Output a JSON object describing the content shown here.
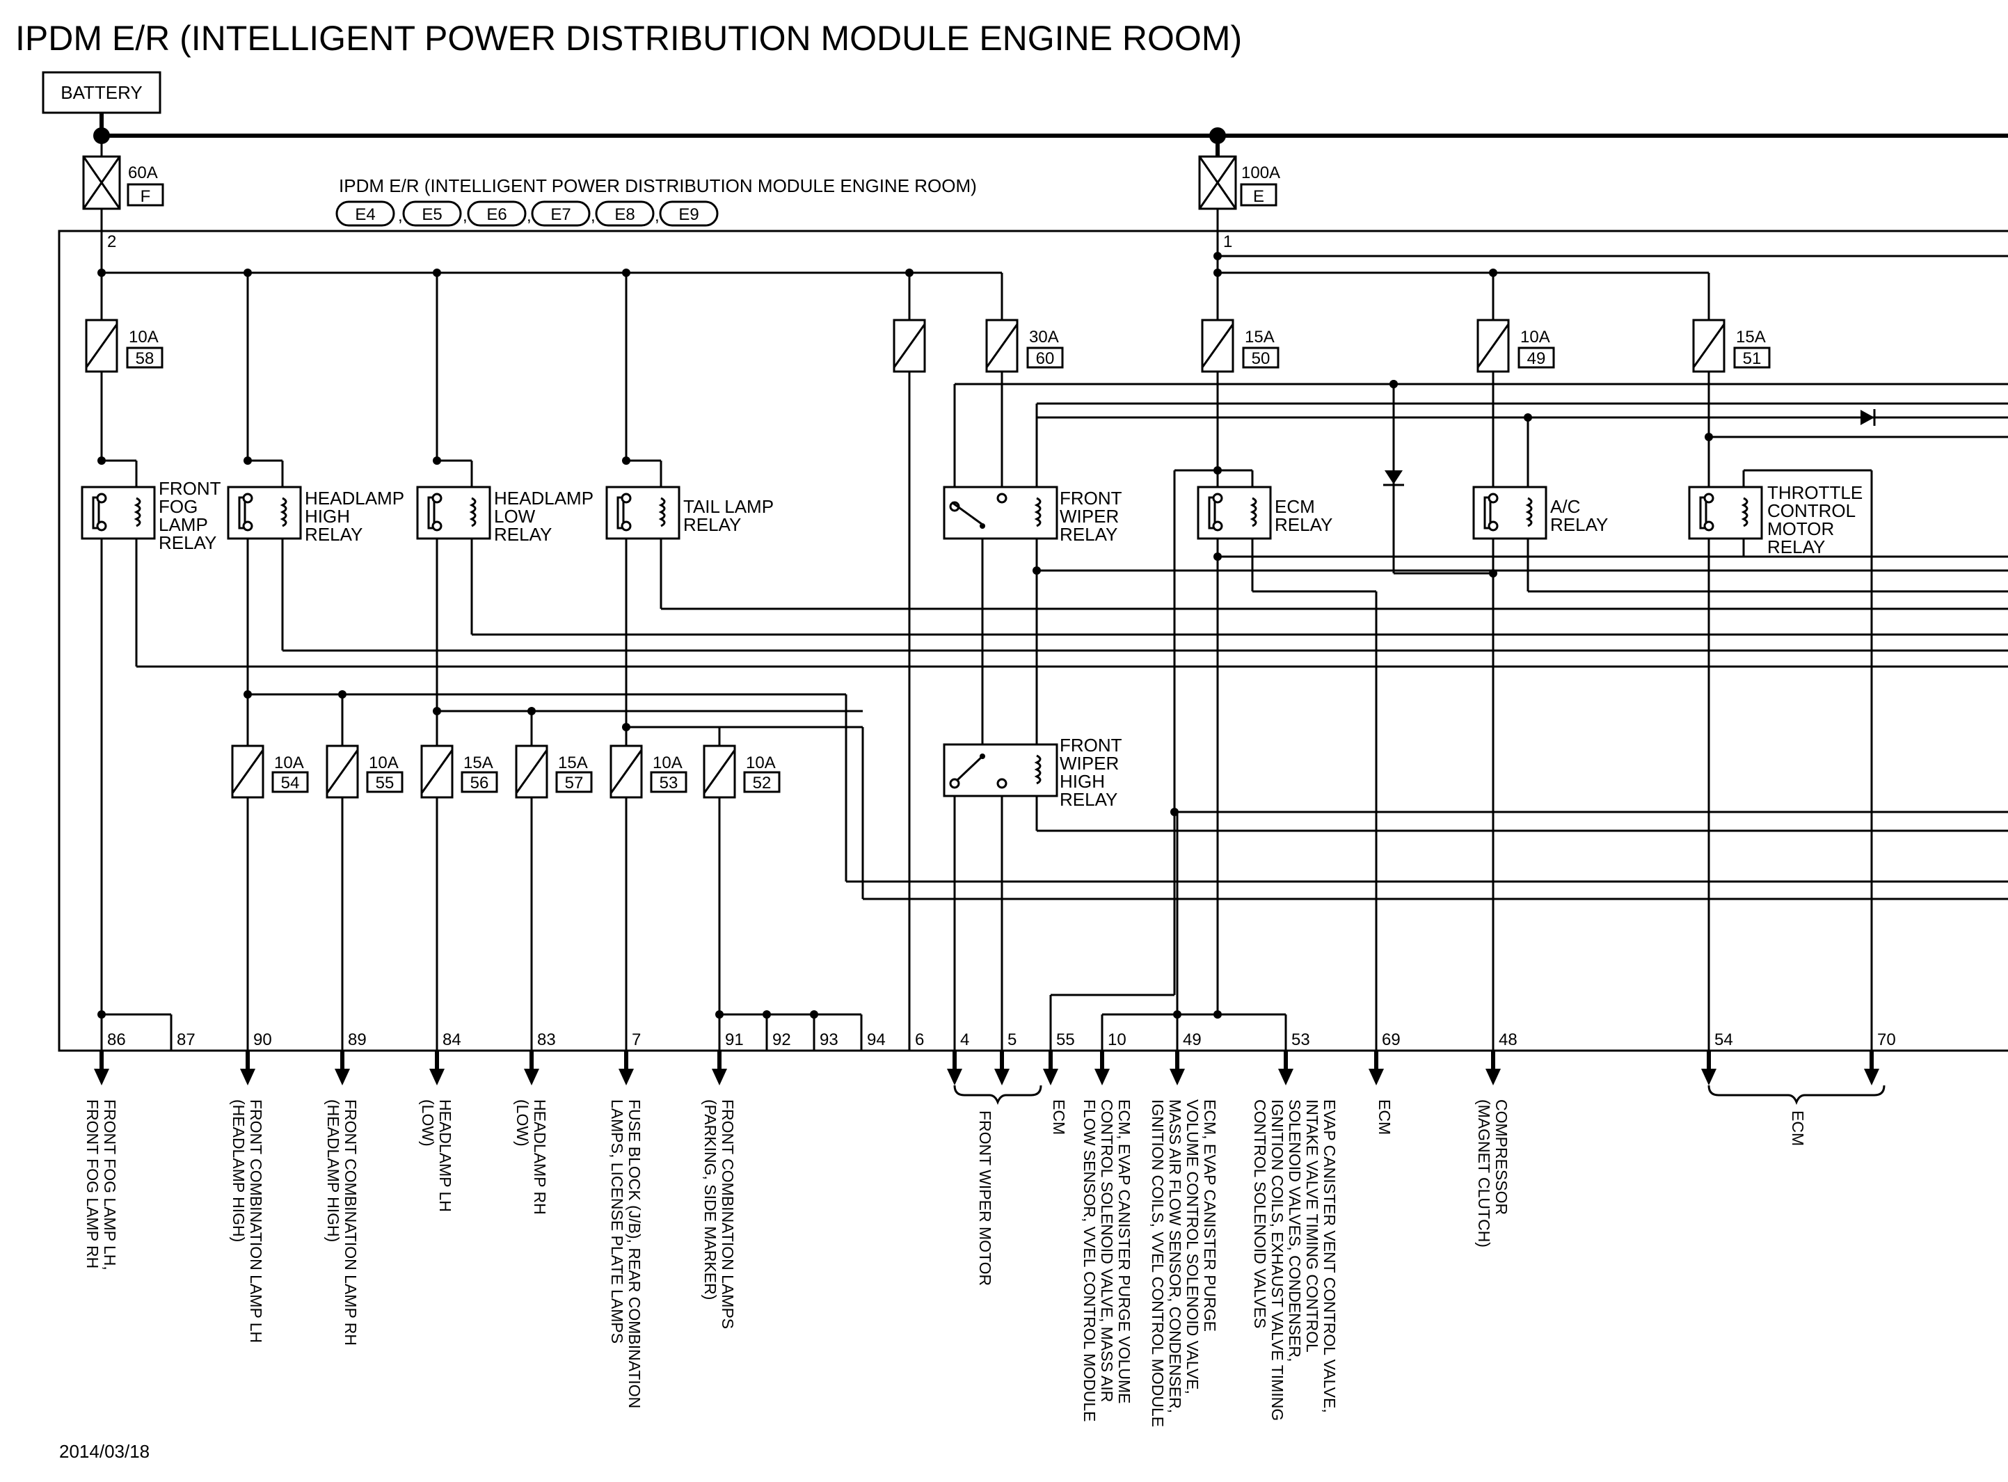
{
  "title": "IPDM E/R (INTELLIGENT POWER DISTRIBUTION MODULE ENGINE ROOM)",
  "battery": "BATTERY",
  "module_label": "IPDM E/R (INTELLIGENT POWER DISTRIBUTION MODULE ENGINE ROOM)",
  "connectors": [
    "E4",
    "E5",
    "E6",
    "E7",
    "E8",
    "E9"
  ],
  "main_fuses": [
    {
      "rating": "60A",
      "id": "F",
      "terminal": "2"
    },
    {
      "rating": "100A",
      "id": "E",
      "terminal": "1"
    }
  ],
  "fuses": [
    {
      "rating": "10A",
      "num": "58"
    },
    {
      "rating": "30A",
      "num": "60"
    },
    {
      "rating": "15A",
      "num": "50"
    },
    {
      "rating": "10A",
      "num": "49"
    },
    {
      "rating": "15A",
      "num": "51"
    },
    {
      "rating": "10A",
      "num": "54"
    },
    {
      "rating": "10A",
      "num": "55"
    },
    {
      "rating": "15A",
      "num": "56"
    },
    {
      "rating": "15A",
      "num": "57"
    },
    {
      "rating": "10A",
      "num": "53"
    },
    {
      "rating": "10A",
      "num": "52"
    }
  ],
  "relays": [
    {
      "lines": [
        "FRONT",
        "FOG",
        "LAMP",
        "RELAY"
      ]
    },
    {
      "lines": [
        "HEADLAMP",
        "HIGH",
        "RELAY"
      ]
    },
    {
      "lines": [
        "HEADLAMP",
        "LOW",
        "RELAY"
      ]
    },
    {
      "lines": [
        "TAIL LAMP",
        "RELAY"
      ]
    },
    {
      "lines": [
        "FRONT",
        "WIPER",
        "RELAY"
      ]
    },
    {
      "lines": [
        "ECM",
        "RELAY"
      ]
    },
    {
      "lines": [
        "A/C",
        "RELAY"
      ]
    },
    {
      "lines": [
        "THROTTLE",
        "CONTROL",
        "MOTOR",
        "RELAY"
      ]
    },
    {
      "lines": [
        "FRONT",
        "WIPER",
        "HIGH",
        "RELAY"
      ]
    }
  ],
  "terminals": [
    "86",
    "87",
    "90",
    "89",
    "84",
    "83",
    "7",
    "91",
    "92",
    "93",
    "94",
    "6",
    "4",
    "5",
    "55",
    "10",
    "49",
    "53",
    "69",
    "48",
    "54",
    "70"
  ],
  "outputs": [
    {
      "lines": [
        "FRONT FOG LAMP LH,",
        "FRONT FOG LAMP RH"
      ]
    },
    {
      "lines": [
        "FRONT COMBINATION LAMP LH",
        "(HEADLAMP HIGH)"
      ]
    },
    {
      "lines": [
        "FRONT COMBINATION LAMP RH",
        "(HEADLAMP HIGH)"
      ]
    },
    {
      "lines": [
        "HEADLAMP LH",
        "(LOW)"
      ]
    },
    {
      "lines": [
        "HEADLAMP RH",
        "(LOW)"
      ]
    },
    {
      "lines": [
        "FUSE BLOCK (J/B), REAR COMBINATION",
        "LAMPS, LICENSE PLATE LAMPS"
      ]
    },
    {
      "lines": [
        "FRONT COMBINATION LAMPS",
        "(PARKING, SIDE MARKER)"
      ]
    },
    {
      "lines": [
        "FRONT WIPER MOTOR"
      ]
    },
    {
      "lines": [
        "ECM"
      ]
    },
    {
      "lines": [
        "ECM, EVAP CANISTER PURGE VOLUME",
        "CONTROL SOLENOID VALVE, MASS AIR",
        "FLOW SENSOR, VVEL CONTROL MODULE"
      ]
    },
    {
      "lines": [
        "ECM, EVAP CANISTER PURGE",
        "VOLUME CONTROL SOLENOID VALVE,",
        "MASS AIR FLOW SENSOR, CONDENSER,",
        "IGNITION COILS, VVEL CONTROL MODULE"
      ]
    },
    {
      "lines": [
        "EVAP CANISTER VENT CONTROL VALVE,",
        "INTAKE VALVE TIMING CONTROL",
        "SOLENOID VALVES, CONDENSER,",
        "IGNITION COILS, EXHAUST VALVE TIMING",
        "CONTROL SOLENOID VALVES"
      ]
    },
    {
      "lines": [
        "ECM"
      ]
    },
    {
      "lines": [
        "COMPRESSOR",
        "(MAGNET CLUTCH)"
      ]
    },
    {
      "lines": [
        "ECM"
      ]
    }
  ],
  "date": "2014/03/18"
}
